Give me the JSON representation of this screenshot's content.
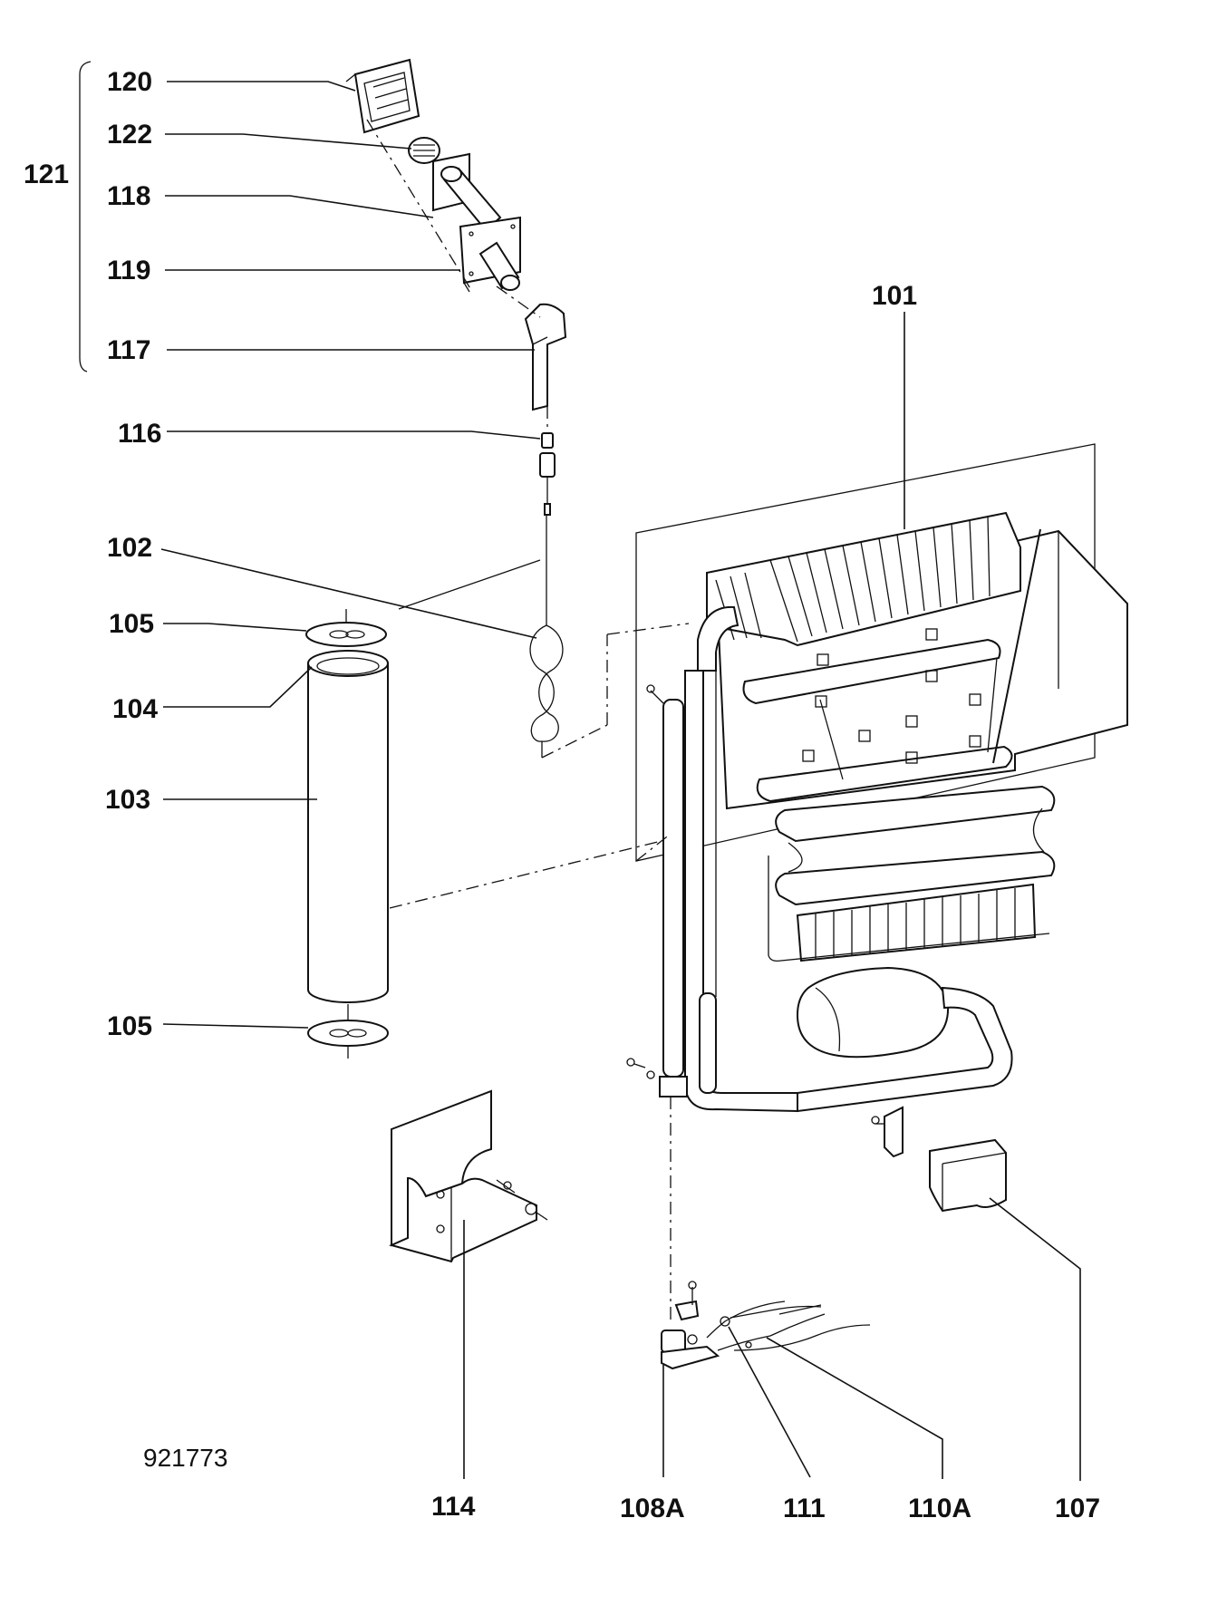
{
  "diagram": {
    "drawing_number": "921773",
    "labels": {
      "l101": "101",
      "l102": "102",
      "l103": "103",
      "l104": "104",
      "l105a": "105",
      "l105b": "105",
      "l107": "107",
      "l108a": "108A",
      "l110a": "110A",
      "l111": "111",
      "l114": "114",
      "l116": "116",
      "l117": "117",
      "l118": "118",
      "l119": "119",
      "l120": "120",
      "l121": "121",
      "l122": "122"
    }
  }
}
